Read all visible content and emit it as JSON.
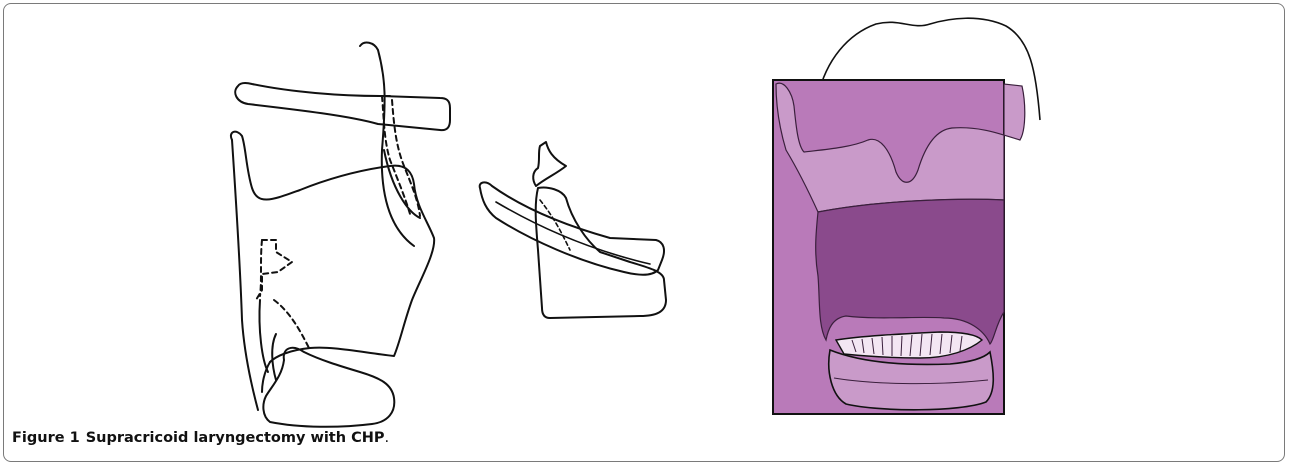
{
  "figure": {
    "label": "Figure 1",
    "caption": "Supracricoid laryngectomy with CHP",
    "caption_end": ".",
    "colors": {
      "frame": "#7a7a7a",
      "line_art": "#111111",
      "overlay": "#b97ab9",
      "resected_zone": "#8a4a8c"
    },
    "panels": [
      {
        "name": "lateral-larynx-drawing"
      },
      {
        "name": "reconstruction-drawing"
      },
      {
        "name": "frontal-resection-drawing"
      }
    ]
  }
}
